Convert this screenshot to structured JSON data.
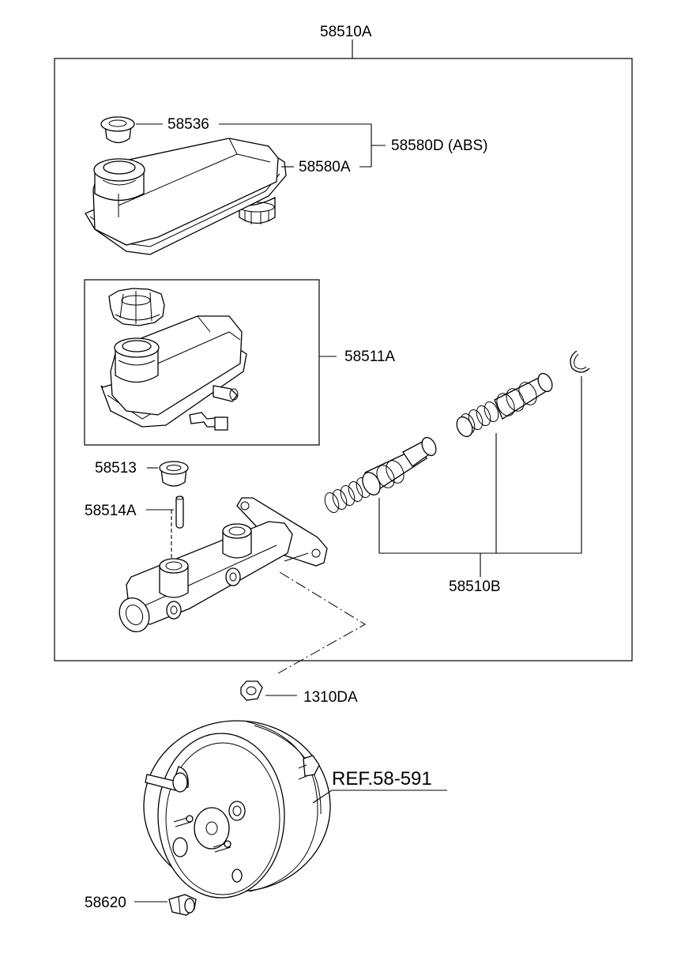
{
  "diagram": {
    "labels": {
      "assembly": "58510A",
      "grommet_small": "58536",
      "reservoir_abs": "58580D (ABS)",
      "reservoir": "58580A",
      "reservoir_kit": "58511A",
      "grommet": "58513",
      "pin": "58514A",
      "piston_kit": "58510B",
      "nut": "1310DA",
      "booster_ref": "REF.58-591",
      "check_valve": "58620"
    }
  }
}
